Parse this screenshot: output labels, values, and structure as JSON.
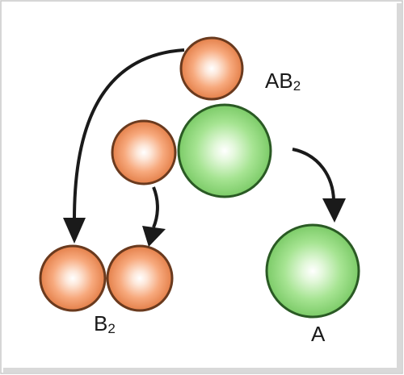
{
  "diagram": {
    "reactant": {
      "main": "AB",
      "subscript": "2"
    },
    "product_b": {
      "main": "B",
      "subscript": "2"
    },
    "product_a": {
      "main": "A"
    }
  },
  "colors": {
    "background": "#ffffff",
    "frame": "#c8c8c8",
    "atom_b_fill": "#f5a070",
    "atom_b_edge": "#6a3a1e",
    "atom_a_fill": "#9ee08a",
    "atom_a_edge": "#2a5a24",
    "arrow": "#1a1a1a"
  }
}
